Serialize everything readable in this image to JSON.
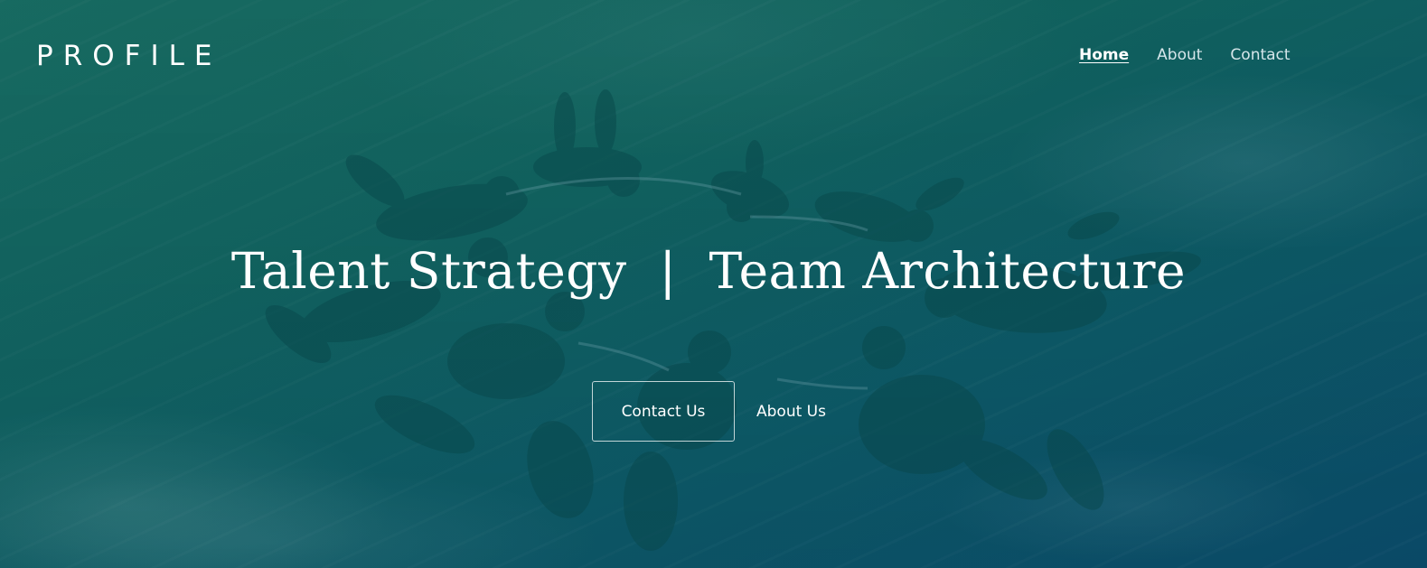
{
  "brand": {
    "logo_text": "PROFILE"
  },
  "nav": {
    "items": [
      {
        "label": "Home",
        "active": true
      },
      {
        "label": "About",
        "active": false
      },
      {
        "label": "Contact",
        "active": false
      }
    ]
  },
  "hero": {
    "headline": "Talent Strategy  |  Team Architecture",
    "primary_button": "Contact Us",
    "secondary_button": "About Us",
    "background_image": "skydivers-formation-icon"
  },
  "colors": {
    "overlay_start": "#1a6e63",
    "overlay_end": "#0b4a6a",
    "text": "#ffffff"
  }
}
